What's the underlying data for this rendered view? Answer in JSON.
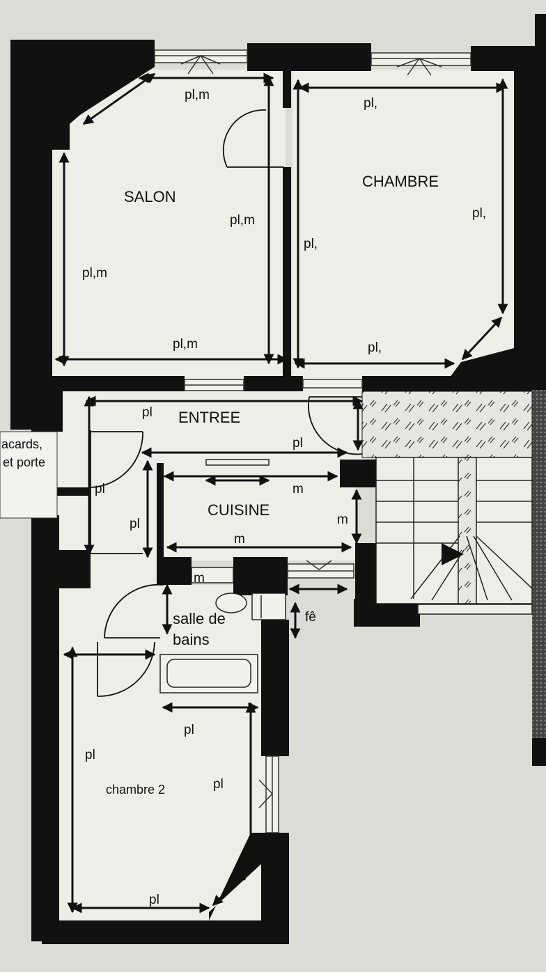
{
  "rooms": {
    "salon": "SALON",
    "chambre": "CHAMBRE",
    "entree": "ENTREE",
    "cuisine": "CUISINE",
    "salle_de_bains_line1": "salle de",
    "salle_de_bains_line2": "bains",
    "chambre2": "chambre 2"
  },
  "side_note": {
    "line1": "acards,",
    "line2": "et porte"
  },
  "dimension_labels": {
    "salon_top": "pl,m",
    "salon_right": "pl,m",
    "salon_left": "pl,m",
    "salon_bottom": "pl,m",
    "chambre_top": "pl,",
    "chambre_right": "pl,",
    "chambre_left": "pl,",
    "chambre_bottom": "pl,",
    "entree_top": "pl",
    "entree_mid": "pl",
    "entree_left": "pl",
    "entree_lower": "pl",
    "cuisine_top": "m",
    "cuisine_right": "m",
    "cuisine_bottom": "m",
    "cuisine_under": "m",
    "stair_height": "fê",
    "chambre2_top": "pl",
    "chambre2_left": "pl",
    "chambre2_right": "pl",
    "chambre2_bottom": "pl"
  }
}
